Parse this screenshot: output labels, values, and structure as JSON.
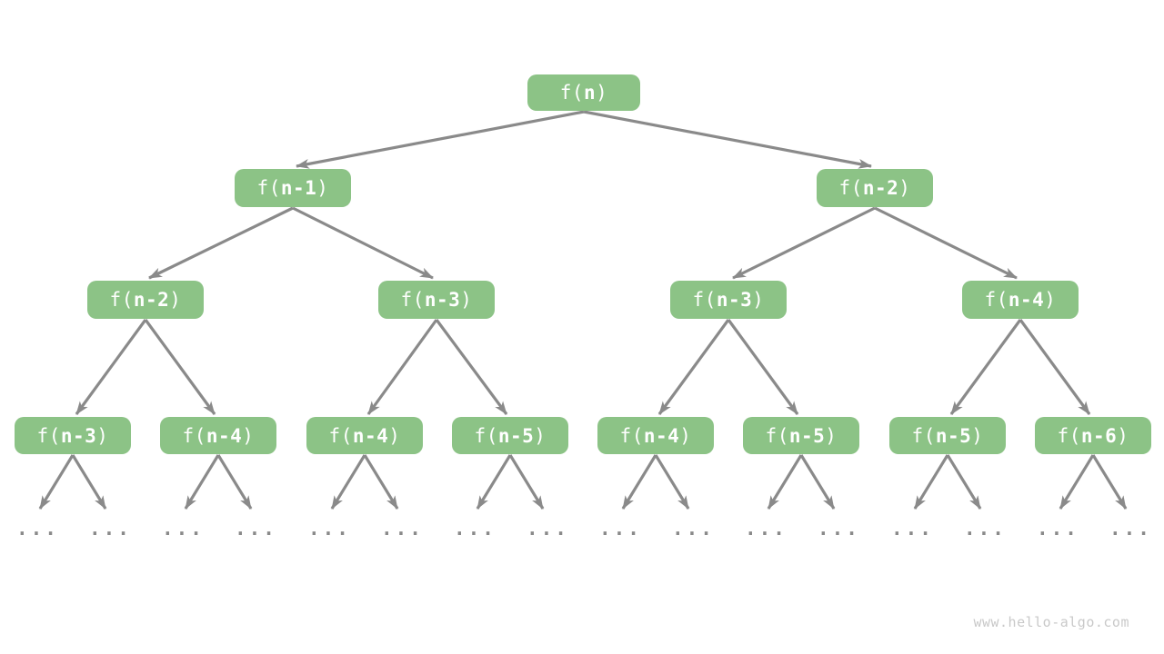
{
  "colors": {
    "background": "#ffffff",
    "node_fill": "#8cc386",
    "node_text": "#ffffff",
    "edge": "#8a8a8a",
    "dots": "#8a8a8a",
    "watermark": "#c9c9c9"
  },
  "nodes": [
    {
      "level": 1,
      "pre": "f(",
      "arg": "n",
      "post": ")"
    },
    {
      "level": 2,
      "pre": "f(",
      "arg": "n-1",
      "post": ")"
    },
    {
      "level": 2,
      "pre": "f(",
      "arg": "n-2",
      "post": ")"
    },
    {
      "level": 3,
      "pre": "f(",
      "arg": "n-2",
      "post": ")"
    },
    {
      "level": 3,
      "pre": "f(",
      "arg": "n-3",
      "post": ")"
    },
    {
      "level": 3,
      "pre": "f(",
      "arg": "n-3",
      "post": ")"
    },
    {
      "level": 3,
      "pre": "f(",
      "arg": "n-4",
      "post": ")"
    },
    {
      "level": 4,
      "pre": "f(",
      "arg": "n-3",
      "post": ")"
    },
    {
      "level": 4,
      "pre": "f(",
      "arg": "n-4",
      "post": ")"
    },
    {
      "level": 4,
      "pre": "f(",
      "arg": "n-4",
      "post": ")"
    },
    {
      "level": 4,
      "pre": "f(",
      "arg": "n-5",
      "post": ")"
    },
    {
      "level": 4,
      "pre": "f(",
      "arg": "n-4",
      "post": ")"
    },
    {
      "level": 4,
      "pre": "f(",
      "arg": "n-5",
      "post": ")"
    },
    {
      "level": 4,
      "pre": "f(",
      "arg": "n-5",
      "post": ")"
    },
    {
      "level": 4,
      "pre": "f(",
      "arg": "n-6",
      "post": ")"
    }
  ],
  "dots": {
    "symbol": "..."
  },
  "watermark": {
    "text": "www.hello-algo.com"
  }
}
